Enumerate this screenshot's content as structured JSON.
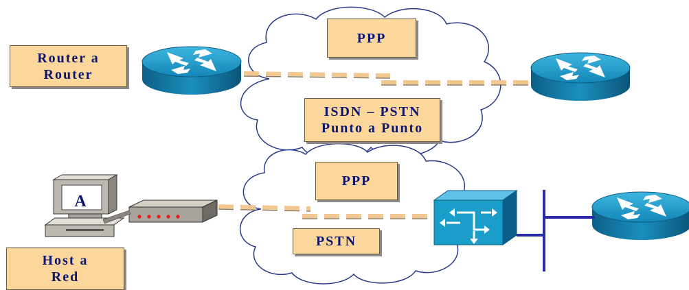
{
  "labels": {
    "router_to_router": [
      "Router a",
      "Router"
    ],
    "ppp_top": "PPP",
    "isdn_pstn": [
      "ISDN – PSTN",
      "Punto a Punto"
    ],
    "ppp_bottom": "PPP",
    "pstn": "PSTN",
    "host_to_network": [
      "Host a",
      "Red"
    ],
    "host_screen": "A"
  },
  "colors": {
    "label_fill": "#fbd79c",
    "label_text": "#0d1570",
    "router_blue": "#1a9dc8",
    "dashed_link": "#f2c890",
    "bus_line": "#2a2aa8"
  }
}
